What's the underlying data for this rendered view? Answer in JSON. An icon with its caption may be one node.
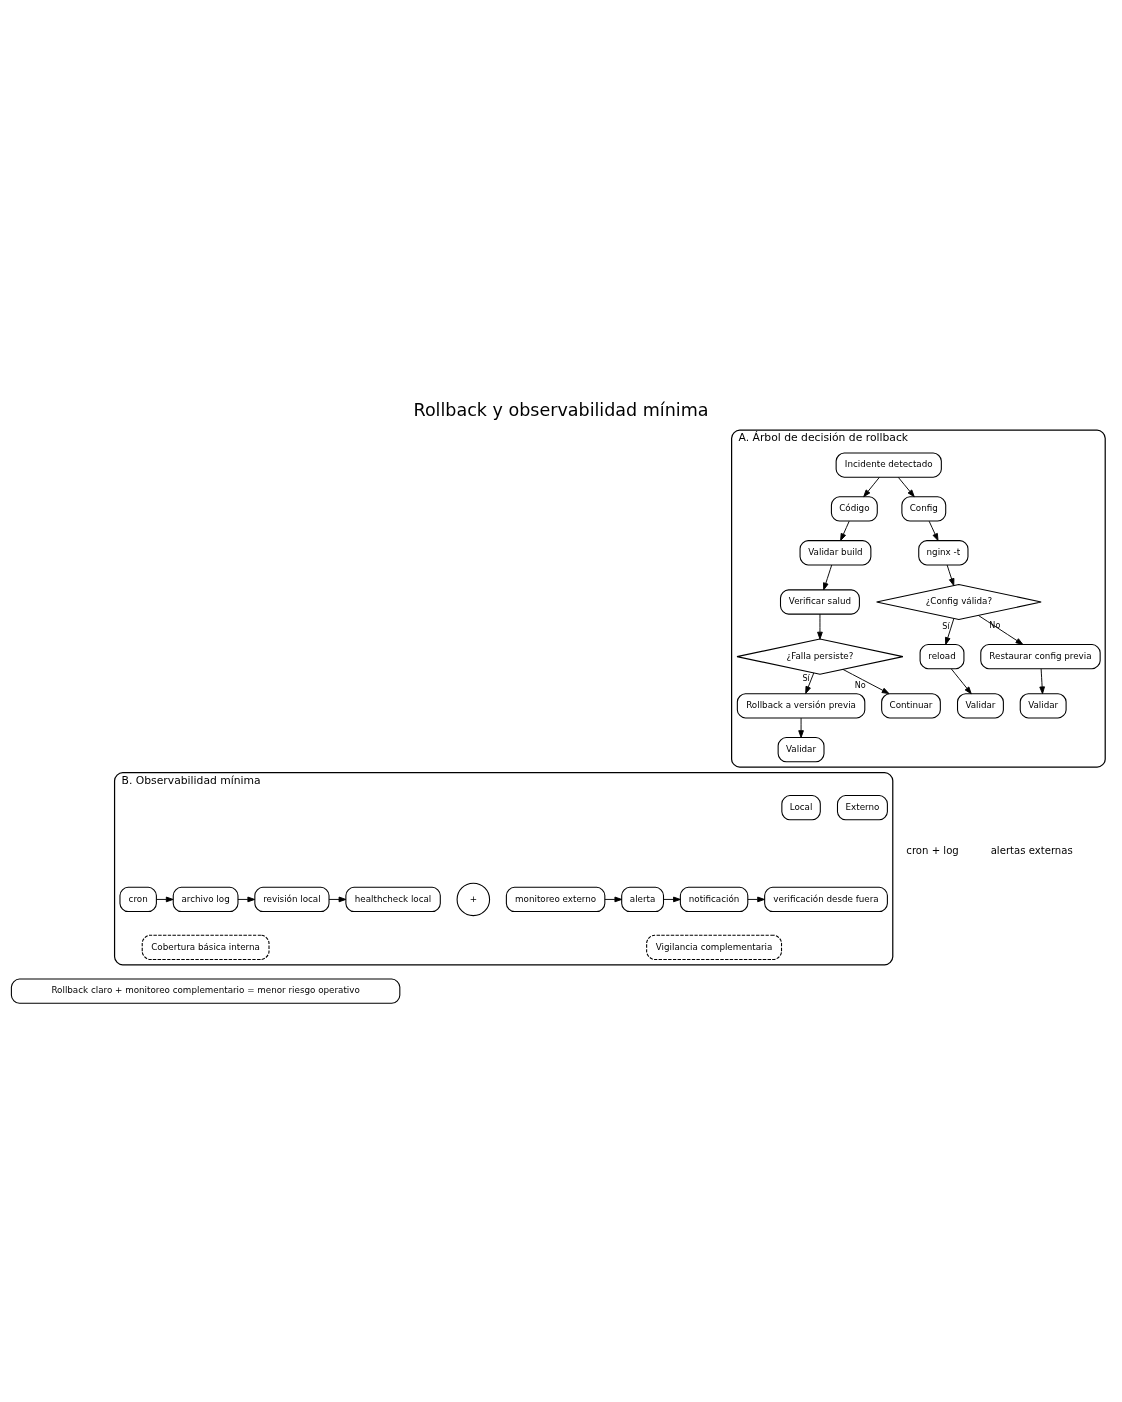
{
  "diagram": {
    "title": "Rollback y observabilidad mínima",
    "nodes": [
      {
        "text": [
          "A. Árbol de decisión de rollback"
        ]
      },
      {
        "text": [
          "Incidente detectado"
        ],
        "in": 0
      },
      {
        "text": [
          "Código"
        ],
        "in": 0
      },
      {
        "text": [
          "Config"
        ],
        "in": 0
      },
      {
        "text": [
          "Validar build"
        ],
        "in": 0
      },
      {
        "text": [
          "Verificar salud"
        ],
        "in": 0
      },
      {
        "text": [
          "¿Falla persiste?"
        ],
        "in": 0
      },
      {
        "text": [
          "Rollback a versión previa"
        ],
        "in": 0
      },
      {
        "text": [
          "Continuar"
        ],
        "in": 0
      },
      {
        "text": [
          "Validar"
        ],
        "in": 0
      },
      {
        "text": [
          "nginx -t"
        ],
        "in": 0
      },
      {
        "text": [
          "¿Config válida?"
        ],
        "in": 0
      },
      {
        "text": [
          "reload"
        ],
        "in": 0
      },
      {
        "text": [
          "Restaurar config previa"
        ],
        "in": 0
      },
      {
        "text": [
          "Validar"
        ],
        "in": 0
      },
      {
        "text": [
          "Validar"
        ],
        "in": 0
      },
      {
        "text": [
          "B. Observabilidad mínima"
        ]
      },
      {
        "text": [
          "Local"
        ],
        "in": 16
      },
      {
        "text": [
          "Externo"
        ],
        "in": 16
      },
      {
        "text": [
          "cron"
        ],
        "in": 16
      },
      {
        "text": [
          "archivo log"
        ],
        "in": 16
      },
      {
        "text": [
          "revisión local"
        ],
        "in": 16
      },
      {
        "text": [
          "healthcheck local"
        ],
        "in": 16
      },
      {
        "text": [
          "+"
        ],
        "in": 16
      },
      {
        "text": [
          "monitoreo externo"
        ],
        "in": 16
      },
      {
        "text": [
          "alerta"
        ],
        "in": 16
      },
      {
        "text": [
          "notificación"
        ],
        "in": 16
      },
      {
        "text": [
          "verificación desde fuera"
        ],
        "in": 16
      },
      {
        "text": [
          "Cobertura básica interna"
        ],
        "in": 16
      },
      {
        "text": [
          "Vigilancia complementaria"
        ],
        "in": 16
      },
      {
        "text": [
          "Rollback claro + monitoreo complementario = menor riesgo operativo"
        ]
      }
    ],
    "edges": [
      {
        "from": 1,
        "to": 2,
        "arrow": "to"
      },
      {
        "from": 1,
        "to": 3,
        "arrow": "to"
      },
      {
        "from": 2,
        "to": 4,
        "arrow": "to"
      },
      {
        "from": 4,
        "to": 5,
        "arrow": "to"
      },
      {
        "from": 5,
        "to": 6,
        "arrow": "to"
      },
      {
        "from": 6,
        "to": 7,
        "arrow": "to",
        "label": "Sí"
      },
      {
        "from": 6,
        "to": 8,
        "arrow": "to",
        "label": "No"
      },
      {
        "from": 7,
        "to": 9,
        "arrow": "to"
      },
      {
        "from": 3,
        "to": 10,
        "arrow": "to"
      },
      {
        "from": 10,
        "to": 11,
        "arrow": "to"
      },
      {
        "from": 11,
        "to": 12,
        "arrow": "to",
        "label": "Sí"
      },
      {
        "from": 11,
        "to": 13,
        "arrow": "to",
        "label": "No"
      },
      {
        "from": 12,
        "to": 14,
        "arrow": "to"
      },
      {
        "from": 13,
        "to": 15,
        "arrow": "to"
      },
      {
        "from": 19,
        "to": 20,
        "arrow": "to"
      },
      {
        "from": 20,
        "to": 21,
        "arrow": "to"
      },
      {
        "from": 21,
        "to": 22,
        "arrow": "to"
      },
      {
        "from": 24,
        "to": 25,
        "arrow": "to"
      },
      {
        "from": 25,
        "to": 26,
        "arrow": "to"
      },
      {
        "from": 26,
        "to": 27,
        "arrow": "to"
      }
    ],
    "labels": [
      "cron + log",
      "alertas externas"
    ]
  }
}
